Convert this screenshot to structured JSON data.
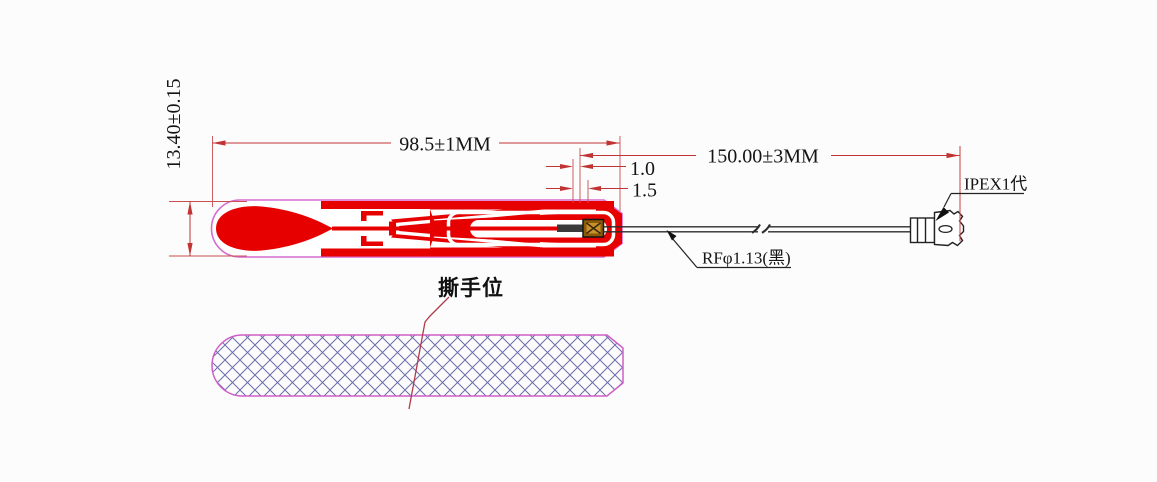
{
  "diagram": {
    "type": "antenna-technical-drawing",
    "dimensions": {
      "overall_height": "13.40±0.15",
      "antenna_length": "98.5±1MM",
      "cable_length": "150.00±3MM",
      "solder_offset_a": "1.0",
      "solder_offset_b": "1.5"
    },
    "labels": {
      "connector": "IPEX1代",
      "cable_spec": "RFφ1.13(黑)",
      "tear_position": "撕手位"
    },
    "colors": {
      "copper_red": "#e60000",
      "body_outline_pink": "#d66bd0",
      "dimension_red": "#c23333",
      "hatch_blue": "#6b6dab",
      "hatch_outline_pink": "#cf5fc8",
      "text_black": "#141414",
      "cable_black": "#2b2b2b",
      "solder_pad_gold": "#c8922a",
      "leader_red": "#b23b4b"
    }
  }
}
